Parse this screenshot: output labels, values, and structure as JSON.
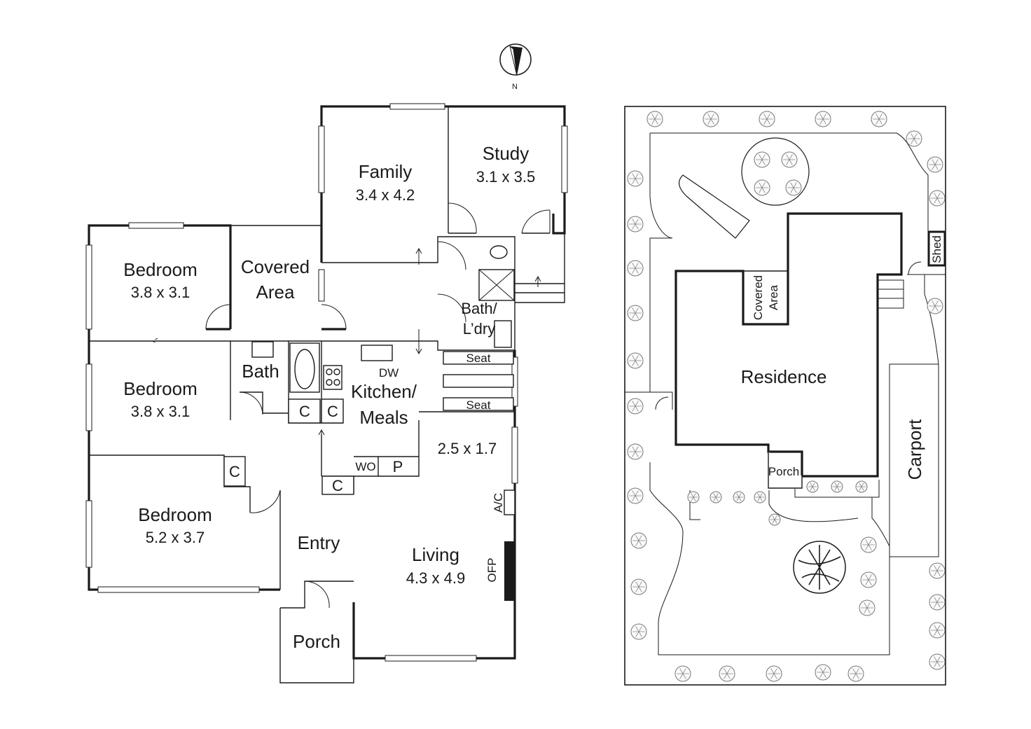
{
  "compass": {
    "label": "N"
  },
  "floor_plan": {
    "rooms": {
      "family": {
        "name": "Family",
        "dims": "3.4 x 4.2"
      },
      "study": {
        "name": "Study",
        "dims": "3.1 x 3.5"
      },
      "bedroom_1": {
        "name": "Bedroom",
        "dims": "3.8 x 3.1"
      },
      "bedroom_2": {
        "name": "Bedroom",
        "dims": "3.8 x 3.1"
      },
      "bedroom_3": {
        "name": "Bedroom",
        "dims": "5.2 x 3.7"
      },
      "covered_area": {
        "name_line1": "Covered",
        "name_line2": "Area"
      },
      "bath": {
        "name": "Bath"
      },
      "bath_laundry": {
        "name_line1": "Bath/",
        "name_line2": "L’dry"
      },
      "kitchen_meals": {
        "name_line1": "Kitchen/",
        "name_line2": "Meals"
      },
      "entry": {
        "name": "Entry"
      },
      "living": {
        "name": "Living",
        "dims": "4.3 x 4.9"
      },
      "porch": {
        "name": "Porch"
      },
      "nook": {
        "dims": "2.5 x 1.7"
      }
    },
    "fixtures": {
      "seat_top": "Seat",
      "seat_bottom": "Seat",
      "dishwasher": "DW",
      "cupboard": "C",
      "wall_oven": "WO",
      "pantry": "P",
      "air_conditioner": "A/C",
      "fireplace": "OFP"
    }
  },
  "site_plan": {
    "residence": "Residence",
    "covered_area_line1": "Covered",
    "covered_area_line2": "Area",
    "porch": "Porch",
    "carport": "Carport",
    "shed": "Shed"
  }
}
